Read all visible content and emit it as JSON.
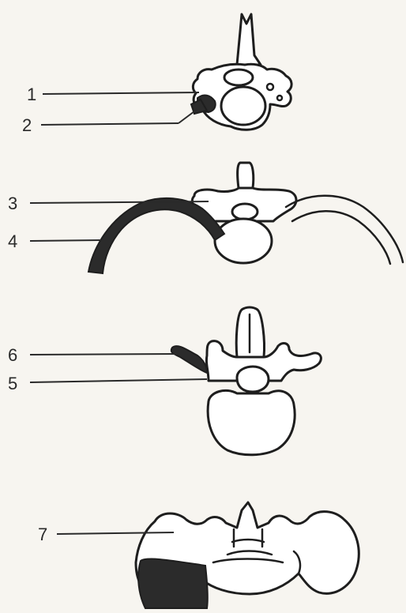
{
  "labels": [
    "1",
    "2",
    "3",
    "4",
    "5",
    "6",
    "7"
  ],
  "colors": {
    "background": "#f7f5f0",
    "ink": "#1e1e1e",
    "shade": "#2b2b2b"
  }
}
